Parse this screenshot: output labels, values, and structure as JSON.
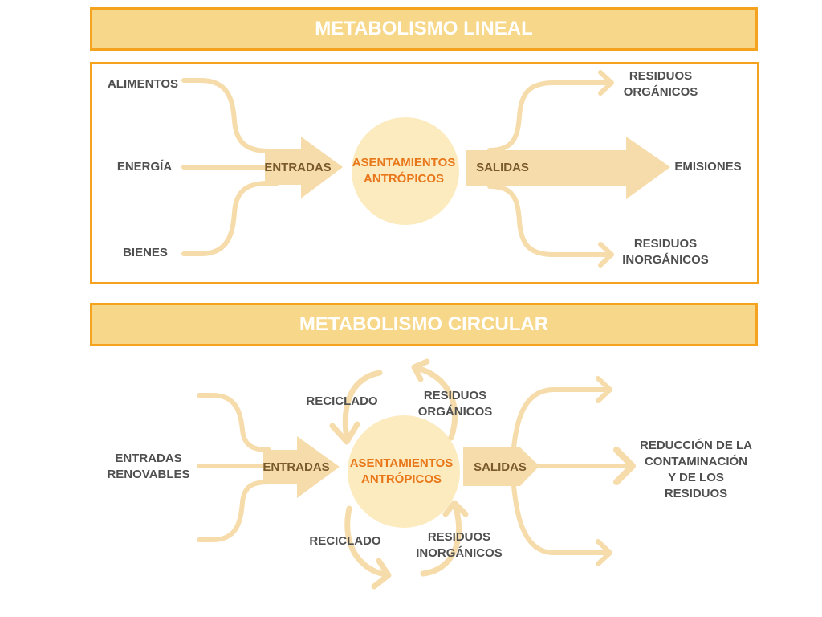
{
  "colors": {
    "border": "#f5a21f",
    "banner_fill": "#f7d88a",
    "arrow_fill": "#f6dcaa",
    "circle_fill": "#fdebc0",
    "center_text": "#e8771a",
    "flow_text": "#7a5a2a",
    "label_text": "#4f4f4f"
  },
  "linear": {
    "title": "METABOLISMO LINEAL",
    "inputs": [
      "ALIMENTOS",
      "ENERGÍA",
      "BIENES"
    ],
    "entradas": "ENTRADAS",
    "center": [
      "ASENTAMIENTOS",
      "ANTRÓPICOS"
    ],
    "salidas": "SALIDAS",
    "outputs": {
      "top": [
        "RESIDUOS",
        "ORGÁNICOS"
      ],
      "middle": "EMISIONES",
      "bottom": [
        "RESIDUOS",
        "INORGÁNICOS"
      ]
    }
  },
  "circular": {
    "title": "METABOLISMO CIRCULAR",
    "inputs": [
      "ENTRADAS",
      "RENOVABLES"
    ],
    "entradas": "ENTRADAS",
    "center": [
      "ASENTAMIENTOS",
      "ANTRÓPICOS"
    ],
    "salidas": "SALIDAS",
    "loops": {
      "reciclado_top": "RECICLADO",
      "residuos_organicos": [
        "RESIDUOS",
        "ORGÁNICOS"
      ],
      "reciclado_bottom": "RECICLADO",
      "residuos_inorganicos": [
        "RESIDUOS",
        "INORGÁNICOS"
      ]
    },
    "output": [
      "REDUCCIÓN DE LA",
      "CONTAMINACIÓN",
      "Y DE LOS",
      "RESIDUOS"
    ]
  }
}
